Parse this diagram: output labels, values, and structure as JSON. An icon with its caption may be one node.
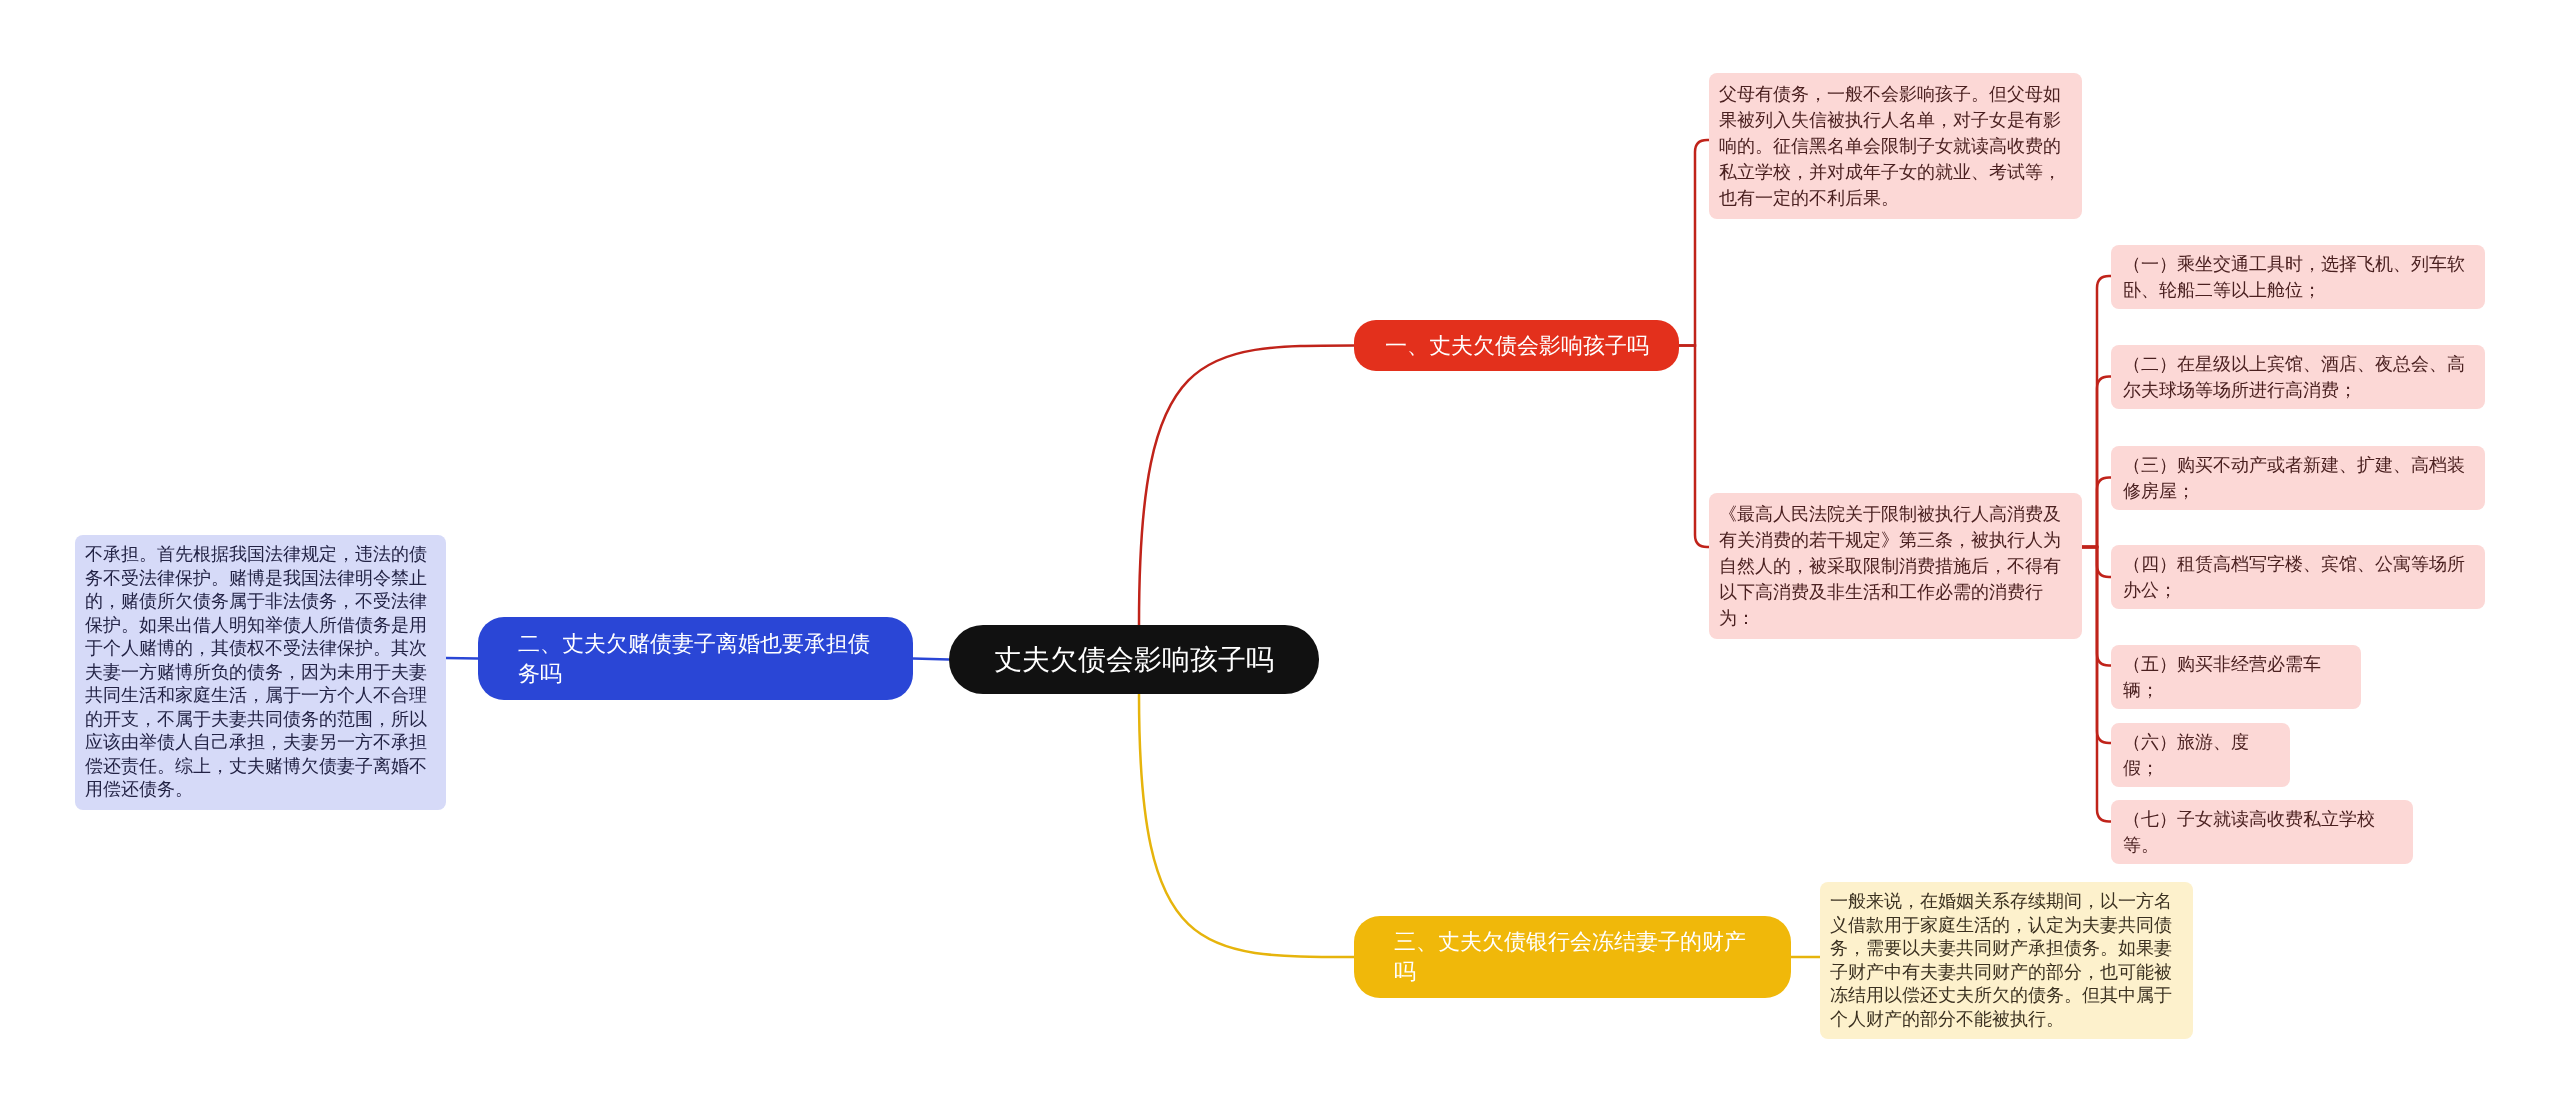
{
  "diagram": {
    "nodes": [
      {
        "text": [
          "丈夫欠债会影响孩子吗"
        ]
      },
      {
        "text": [
          "一、丈夫欠债会影响孩子吗"
        ]
      },
      {
        "text": [
          "父母有债务，一般不会影响孩子。但父母如果被列入失信被执行人名单，对子女是有影响的。征信黑名单会限制子女就读高收费的私立学校，并对成年子女的就业、考试等，也有一定的不利后果。"
        ]
      },
      {
        "text": [
          "《最高人民法院关于限制被执行人高消费及有关消费的若干规定》第三条，被执行人为自然人的，被采取限制消费措施后，不得有以下高消费及非生活和工作必需的消费行为："
        ]
      },
      {
        "text": [
          "（一）乘坐交通工具时，选择飞机、列车软卧、轮船二等以上舱位；"
        ]
      },
      {
        "text": [
          "（二）在星级以上宾馆、酒店、夜总会、高尔夫球场等场所进行高消费；"
        ]
      },
      {
        "text": [
          "（三）购买不动产或者新建、扩建、高档装修房屋；"
        ]
      },
      {
        "text": [
          "（四）租赁高档写字楼、宾馆、公寓等场所办公；"
        ]
      },
      {
        "text": [
          "（五）购买非经营必需车辆；"
        ]
      },
      {
        "text": [
          "（六）旅游、度假；"
        ]
      },
      {
        "text": [
          "（七）子女就读高收费私立学校等。"
        ]
      },
      {
        "text": [
          "二、丈夫欠赌债妻子离婚也要承担债务吗"
        ]
      },
      {
        "text": [
          "不承担。首先根据我国法律规定，违法的债务不受法律保护。赌博是我国法律明令禁止的，赌债所欠债务属于非法债务，不受法律保护。如果出借人明知举债人所借债务是用于个人赌博的，其债权不受法律保护。其次夫妻一方赌博所负的债务，因为未用于夫妻共同生活和家庭生活，属于一方个人不合理的开支，不属于夫妻共同债务的范围，所以应该由举债人自己承担，夫妻另一方不承担偿还责任。综上，丈夫赌博欠债妻子离婚不用偿还债务。"
        ]
      },
      {
        "text": [
          "三、丈夫欠债银行会冻结妻子的财产吗"
        ]
      },
      {
        "text": [
          "一般来说，在婚姻关系存续期间，以一方名义借款用于家庭生活的，认定为夫妻共同债务，需要以夫妻共同财产承担债务。如果妻子财产中有夫妻共同财产的部分，也可能被冻结用以偿还丈夫所欠的债务。但其中属于个人财产的部分不能被执行。"
        ]
      }
    ],
    "edges": [
      {
        "from": 0,
        "to": 1,
        "arrow": "none"
      },
      {
        "from": 1,
        "to": 2,
        "arrow": "none"
      },
      {
        "from": 1,
        "to": 3,
        "arrow": "none"
      },
      {
        "from": 3,
        "to": 4,
        "arrow": "none"
      },
      {
        "from": 3,
        "to": 5,
        "arrow": "none"
      },
      {
        "from": 3,
        "to": 6,
        "arrow": "none"
      },
      {
        "from": 3,
        "to": 7,
        "arrow": "none"
      },
      {
        "from": 3,
        "to": 8,
        "arrow": "none"
      },
      {
        "from": 3,
        "to": 9,
        "arrow": "none"
      },
      {
        "from": 3,
        "to": 10,
        "arrow": "none"
      },
      {
        "from": 0,
        "to": 11,
        "arrow": "none",
        "color": "#2a46d6"
      },
      {
        "from": 11,
        "to": 12,
        "arrow": "none",
        "color": "#2a46d6"
      },
      {
        "from": 0,
        "to": 13,
        "arrow": "none",
        "color": "#e6b40c"
      },
      {
        "from": 13,
        "to": 14,
        "arrow": "none",
        "color": "#e6b40c"
      }
    ]
  }
}
